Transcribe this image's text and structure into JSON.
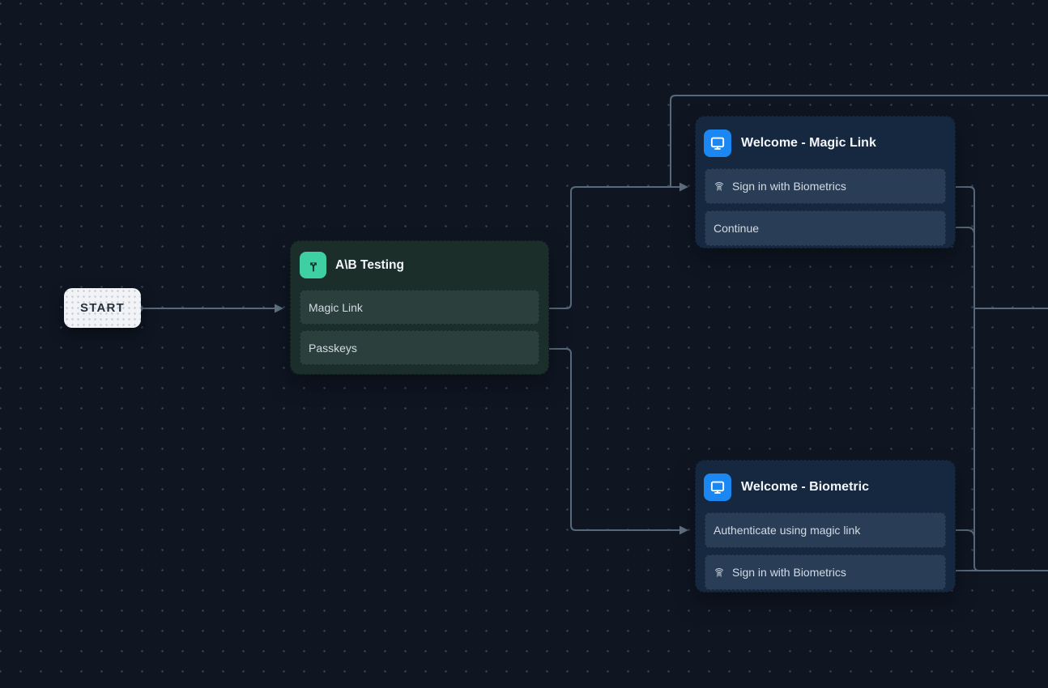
{
  "canvas": {
    "background_color": "#0f1622",
    "grid_dot_color": "#8c9eb2",
    "edge_color": "#56697a",
    "connector_dot_color": "#5e7182"
  },
  "start_node": {
    "label": "START"
  },
  "nodes": {
    "ab_testing": {
      "title": "A\\B Testing",
      "icon": "split-branch-icon",
      "accent_color": "#3ed0a2",
      "rows": [
        {
          "label": "Magic Link"
        },
        {
          "label": "Passkeys"
        }
      ]
    },
    "welcome_magic_link": {
      "title": "Welcome - Magic Link",
      "icon": "screen-icon",
      "accent_color": "#1b87f2",
      "rows": [
        {
          "label": "Sign in with Biometrics",
          "icon": "fingerprint-icon"
        },
        {
          "label": "Continue"
        }
      ]
    },
    "welcome_biometric": {
      "title": "Welcome - Biometric",
      "icon": "screen-icon",
      "accent_color": "#1b87f2",
      "rows": [
        {
          "label": "Authenticate using magic link"
        },
        {
          "label": "Sign in with Biometrics",
          "icon": "fingerprint-icon"
        }
      ]
    }
  }
}
